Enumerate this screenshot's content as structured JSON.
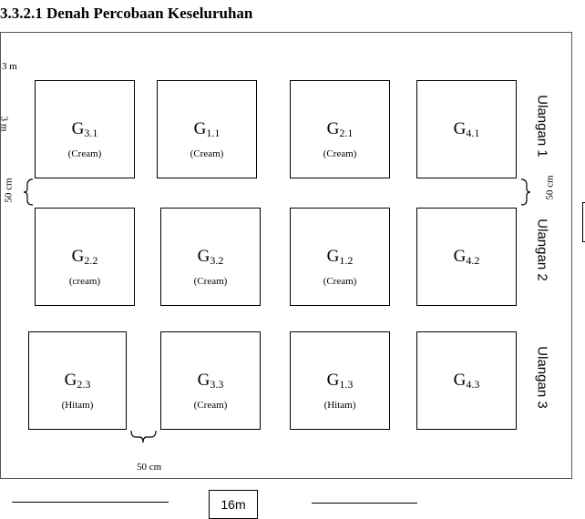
{
  "heading": "3.3.2.1 Denah Percobaan Keseluruhan",
  "dimensions": {
    "plot_width": "3 m",
    "plot_height": "3 m",
    "gap_rows": "50 cm",
    "gap_right": "50 cm",
    "gap_columns": "50 cm",
    "total_width": "16m"
  },
  "replications": [
    "Ulangan 1",
    "Ulangan 2",
    "Ulangan 3"
  ],
  "plots": [
    {
      "g": "G",
      "sub": "3.1",
      "note": "(Cream)"
    },
    {
      "g": "G",
      "sub": "1.1",
      "note": "(Cream)"
    },
    {
      "g": "G",
      "sub": "2.1",
      "note": "(Cream)"
    },
    {
      "g": "G",
      "sub": "4.1",
      "note": ""
    },
    {
      "g": "G",
      "sub": "2.2",
      "note": "(cream)"
    },
    {
      "g": "G",
      "sub": "3.2",
      "note": "(Cream)"
    },
    {
      "g": "G",
      "sub": "1.2",
      "note": "(Cream)"
    },
    {
      "g": "G",
      "sub": "4.2",
      "note": ""
    },
    {
      "g": "G",
      "sub": "2.3",
      "note": "(Hitam)"
    },
    {
      "g": "G",
      "sub": "3.3",
      "note": "(Cream)"
    },
    {
      "g": "G",
      "sub": "1.3",
      "note": "(Hitam)"
    },
    {
      "g": "G",
      "sub": "4.3",
      "note": ""
    }
  ]
}
